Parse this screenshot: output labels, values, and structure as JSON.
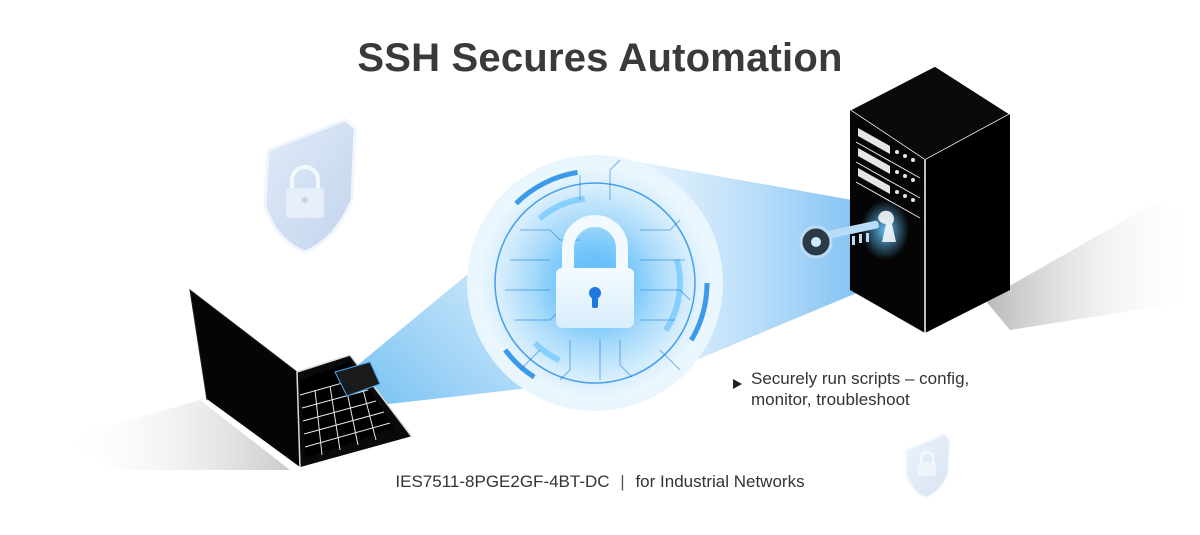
{
  "header": {
    "title": "SSH Secures Automation"
  },
  "caption": {
    "bullet_icon": "triangle-right-icon",
    "lines": [
      "Securely run scripts – config,",
      "monitor, troubleshoot"
    ]
  },
  "footer": {
    "model": "IES7511-8PGE2GF-4BT-DC",
    "separator": "|",
    "tagline": "for Industrial Networks"
  },
  "illustration": {
    "elements": [
      "laptop-icon",
      "padlock-circuit-icon",
      "server-icon",
      "key-icon",
      "shield-lock-icon",
      "shield-lock-icon"
    ],
    "colors": {
      "title": "#3a3a3a",
      "beam": "#7cc4f5",
      "accent_blue": "#1e88e5",
      "device_black": "#050505"
    }
  }
}
